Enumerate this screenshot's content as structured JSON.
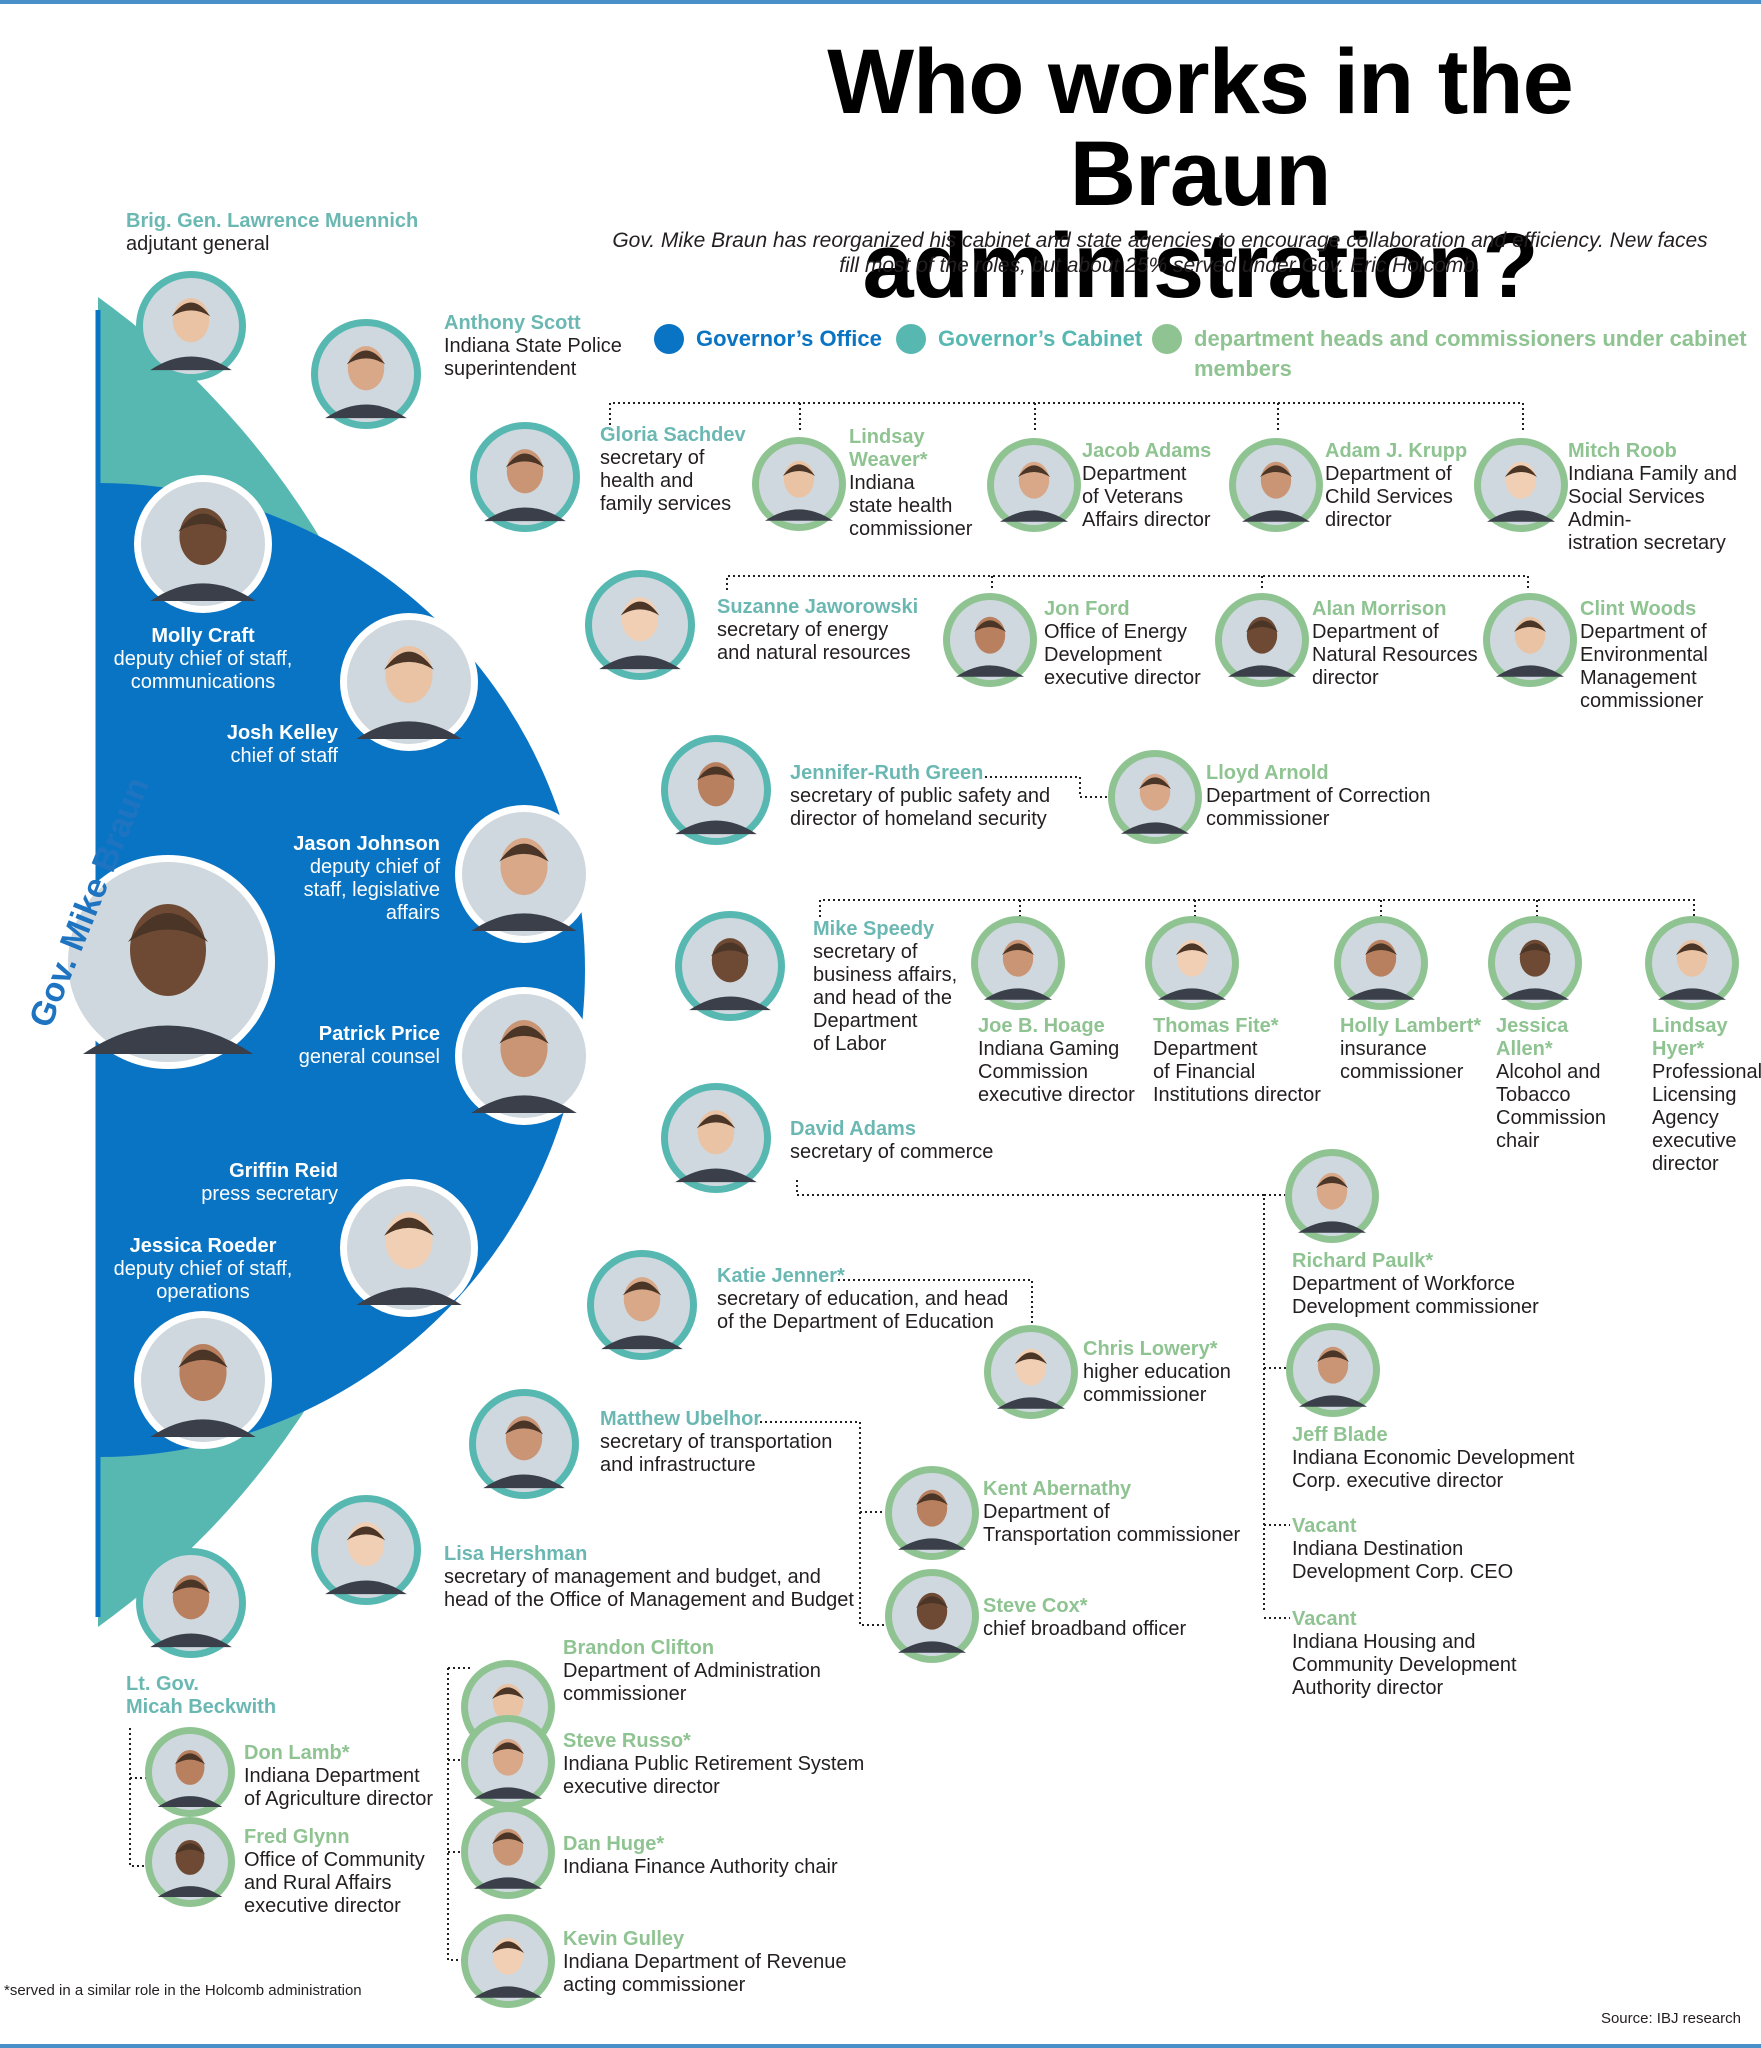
{
  "title": "Who works in the Braun administration?",
  "subtitle": "Gov. Mike Braun has reorganized his cabinet and state agencies to encourage collaboration and efficiency. New faces fill most of the roles, but about 25% served under Gov. Eric Holcomb.",
  "legend": {
    "governors_office": {
      "label": "Governor’s Office",
      "color": "#0a74c4"
    },
    "cabinet": {
      "label": "Governor’s Cabinet",
      "color": "#57b8b2"
    },
    "dept_heads": {
      "label": "department heads and commissioners under cabinet members",
      "color": "#8fc492"
    }
  },
  "governor": {
    "label": "Gov. Mike Braun"
  },
  "office": {
    "molly": {
      "name": "Molly Craft",
      "role": "deputy chief of staff,\ncommunications"
    },
    "josh": {
      "name": "Josh Kelley",
      "role": "chief of staff"
    },
    "jason": {
      "name": "Jason Johnson",
      "role": "deputy chief of\nstaff, legislative\naffairs"
    },
    "patrick": {
      "name": "Patrick Price",
      "role": "general counsel"
    },
    "griffin": {
      "name": "Griffin Reid",
      "role": "press secretary"
    },
    "jessica": {
      "name": "Jessica Roeder",
      "role": "deputy chief of staff,\noperations"
    }
  },
  "cabinet": {
    "muennich": {
      "name": "Brig. Gen. Lawrence Muennich",
      "role": "adjutant general"
    },
    "scott": {
      "name": "Anthony Scott",
      "role": "Indiana State Police\nsuperintendent"
    },
    "sachdev": {
      "name": "Gloria Sachdev",
      "role": "secretary of\nhealth and\nfamily services"
    },
    "jaworowski": {
      "name": "Suzanne Jaworowski",
      "role": "secretary of energy\nand natural resources"
    },
    "green": {
      "name": "Jennifer-Ruth Green",
      "role": "secretary of public safety and\ndirector of homeland security"
    },
    "speedy": {
      "name": "Mike Speedy",
      "role": "secretary of\nbusiness affairs,\nand head of the\nDepartment\nof Labor"
    },
    "dadams": {
      "name": "David Adams",
      "role": "secretary of commerce"
    },
    "jenner": {
      "name": "Katie Jenner*",
      "role": "secretary of education, and head\nof the Department of Education"
    },
    "ubelhor": {
      "name": "Matthew Ubelhor",
      "role": "secretary of transportation\nand infrastructure"
    },
    "hershman": {
      "name": "Lisa Hershman",
      "role": "secretary of management and budget, and\nhead of the Office of Management and Budget"
    },
    "beckwith": {
      "name": "Lt. Gov.\nMicah Beckwith",
      "role": ""
    }
  },
  "depts": {
    "weaver": {
      "name": "Lindsay\nWeaver*",
      "role": "Indiana\nstate health\ncommissioner"
    },
    "jadams": {
      "name": "Jacob Adams",
      "role": "Department\nof Veterans\nAffairs director"
    },
    "krupp": {
      "name": "Adam J. Krupp",
      "role": "Department of\nChild Services\ndirector"
    },
    "roob": {
      "name": "Mitch Roob",
      "role": "Indiana Family and\nSocial Services Admin-\nistration secretary"
    },
    "ford": {
      "name": "Jon Ford",
      "role": "Office of Energy\nDevelopment\nexecutive director"
    },
    "morrison": {
      "name": "Alan Morrison",
      "role": "Department of\nNatural Resources\ndirector"
    },
    "woods": {
      "name": "Clint Woods",
      "role": "Department of\nEnvironmental\nManagement\ncommissioner"
    },
    "arnold": {
      "name": "Lloyd Arnold",
      "role": "Department of Correction\ncommissioner"
    },
    "hoage": {
      "name": "Joe B. Hoage",
      "role": "Indiana Gaming\nCommission\nexecutive director"
    },
    "fite": {
      "name": "Thomas Fite*",
      "role": "Department\nof Financial\nInstitutions director"
    },
    "lambert": {
      "name": "Holly Lambert*",
      "role": "insurance\ncommissioner"
    },
    "allen": {
      "name": "Jessica Allen*",
      "role": "Alcohol and\nTobacco\nCommission\nchair"
    },
    "hyer": {
      "name": "Lindsay\nHyer*",
      "role": "Professional\nLicensing\nAgency\nexecutive\ndirector"
    },
    "paulk": {
      "name": "Richard Paulk*",
      "role": "Department of Workforce\nDevelopment commissioner"
    },
    "blade": {
      "name": "Jeff Blade",
      "role": "Indiana Economic Development\nCorp. executive director"
    },
    "vacant1": {
      "name": "Vacant",
      "role": "Indiana Destination\nDevelopment Corp. CEO"
    },
    "vacant2": {
      "name": "Vacant",
      "role": "Indiana Housing and\nCommunity Development\nAuthority director"
    },
    "lowery": {
      "name": "Chris Lowery*",
      "role": "higher education\ncommissioner"
    },
    "abernathy": {
      "name": "Kent Abernathy",
      "role": "Department of\nTransportation commissioner"
    },
    "cox": {
      "name": "Steve Cox*",
      "role": "chief broadband officer"
    },
    "clifton": {
      "name": "Brandon Clifton",
      "role": "Department of Administration\ncommissioner"
    },
    "russo": {
      "name": "Steve Russo*",
      "role": "Indiana Public Retirement System\nexecutive director"
    },
    "huge": {
      "name": "Dan Huge*",
      "role": "Indiana Finance Authority chair"
    },
    "gulley": {
      "name": "Kevin Gulley",
      "role": "Indiana Department of Revenue\nacting commissioner"
    },
    "lamb": {
      "name": "Don Lamb*",
      "role": "Indiana Department\nof Agriculture director"
    },
    "glynn": {
      "name": "Fred Glynn",
      "role": "Office of Community\nand Rural Affairs\nexecutive director"
    }
  },
  "footnote": "*served in a similar role in the Holcomb administration",
  "source": "Source: IBJ research"
}
